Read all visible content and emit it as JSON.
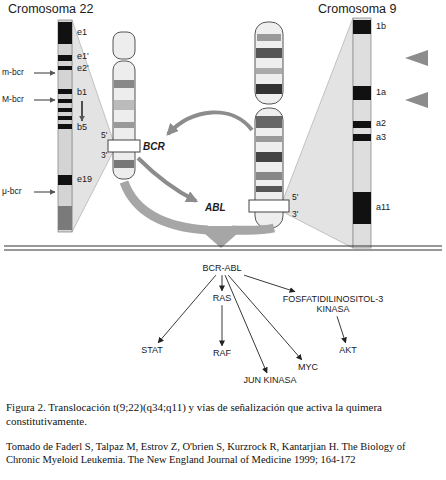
{
  "diagram": {
    "caption": "Figura 2. Translocación t(9;22)(q34;q11) y vías de señalización que activa la quimera constitutivamente.",
    "nodes": [
      {
        "text": [
          "BCR-ABL"
        ]
      },
      {
        "text": [
          "RAS"
        ]
      },
      {
        "text": [
          "FOSFATIDILINOSITOL-3 KINASA"
        ]
      },
      {
        "text": [
          "STAT"
        ]
      },
      {
        "text": [
          "RAF"
        ]
      },
      {
        "text": [
          "JUN KINASA"
        ]
      },
      {
        "text": [
          "MYC"
        ]
      },
      {
        "text": [
          "AKT"
        ]
      }
    ],
    "edges": [
      {
        "from": 0,
        "to": 3,
        "arrow": "to"
      },
      {
        "from": 0,
        "to": 1,
        "arrow": "to"
      },
      {
        "from": 0,
        "to": 5,
        "arrow": "to"
      },
      {
        "from": 0,
        "to": 6,
        "arrow": "to"
      },
      {
        "from": 0,
        "to": 2,
        "arrow": "to"
      },
      {
        "from": 1,
        "to": 4,
        "arrow": "to"
      },
      {
        "from": 2,
        "to": 7,
        "arrow": "to"
      }
    ],
    "labels": [
      "Cromosoma 22",
      "Cromosoma 9",
      "e1",
      "e1'",
      "e2'",
      "m-bcr",
      "b1",
      "M-bcr",
      "b5",
      "e19",
      "μ-bcr",
      "5'",
      "3'",
      "BCR",
      "ABL",
      "5'",
      "3'",
      "1b",
      "1a",
      "a2",
      "a3",
      "a11",
      "Tomado de Faderl S, Talpaz M, Estrov Z, O'brien S, Kurzrock R, Kantarjian H. The Biology of Chronic Myeloid Leukemia. The New England Journal of Medicine 1999; 164-172"
    ]
  }
}
